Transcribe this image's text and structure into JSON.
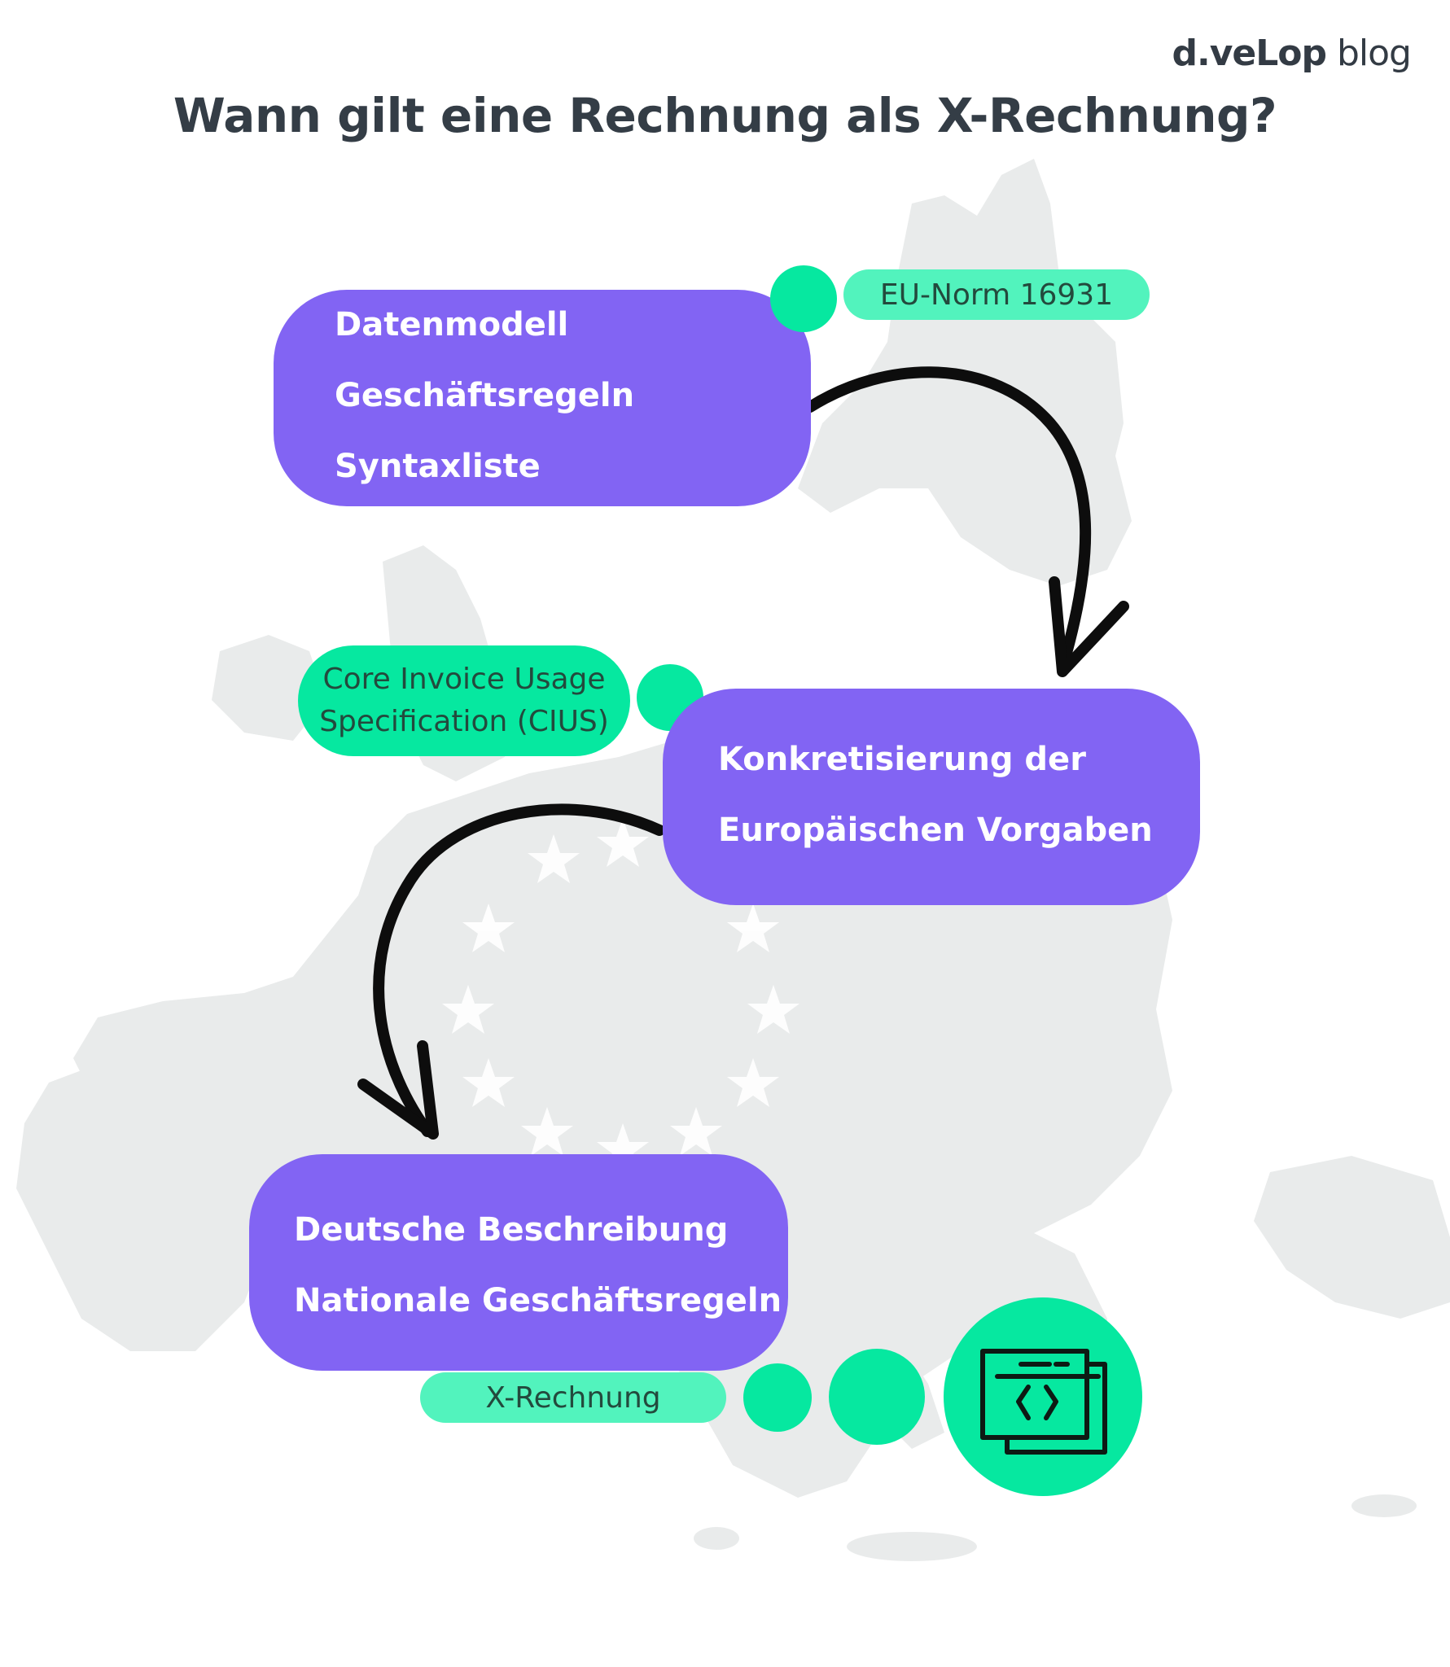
{
  "brand": {
    "logo_bold": "d.veLop",
    "logo_light": " blog"
  },
  "title": "Wann gilt eine Rechnung als X-Rechnung?",
  "steps": [
    {
      "id": "eu",
      "lines": [
        "Datenmodell",
        "Geschäftsregeln",
        "Syntaxliste"
      ],
      "tag": "EU-Norm 16931"
    },
    {
      "id": "cius",
      "lines": [
        "Konkretisierung der",
        "Europäischen Vorgaben"
      ],
      "tag_lines": [
        "Core Invoice Usage",
        "Specification (CIUS)"
      ]
    },
    {
      "id": "national",
      "lines": [
        "Deutsche Beschreibung",
        "Nationale Geschäftsregeln"
      ],
      "tag": "X-Rechnung"
    }
  ],
  "icons": {
    "result": "code-window-icon"
  },
  "colors": {
    "card": "#8264f3",
    "accent_green": "#06e8a0",
    "pill_light_green": "#52f3bd",
    "text_dark": "#343d46",
    "map_gray": "#e9ebeb"
  }
}
